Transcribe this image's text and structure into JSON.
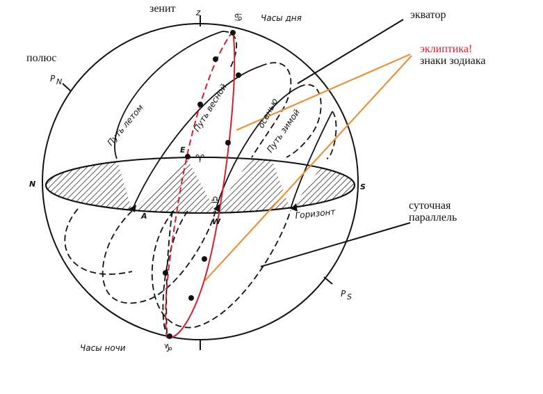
{
  "labels": {
    "zenith": "зенит",
    "z": "z",
    "day_hours": "Часы дня",
    "pole": "полюс",
    "pn": "P",
    "pn_sub": "N",
    "ps": "P",
    "ps_sub": "S",
    "equator": "экватор",
    "ecliptic": "эклиптика!",
    "zodiac": "знаки зодиака",
    "diurnal_line1": "суточная",
    "diurnal_line2": "параллель",
    "night_hours": "Часы ночи",
    "horizon": "Горизонт",
    "n": "N",
    "s": "S",
    "a": "A",
    "w": "W",
    "e": "E",
    "path_summer": "Путь летом",
    "path_spring": "Путь весной",
    "path_autumn": "осенью",
    "path_winter": "Путь зимой",
    "aries": "♈",
    "libra": "♎",
    "cancer": "♋",
    "capricorn": "♑"
  },
  "colors": {
    "ecliptic": "#d21e2d",
    "pointer": "#e8923a",
    "ink": "#111111"
  }
}
